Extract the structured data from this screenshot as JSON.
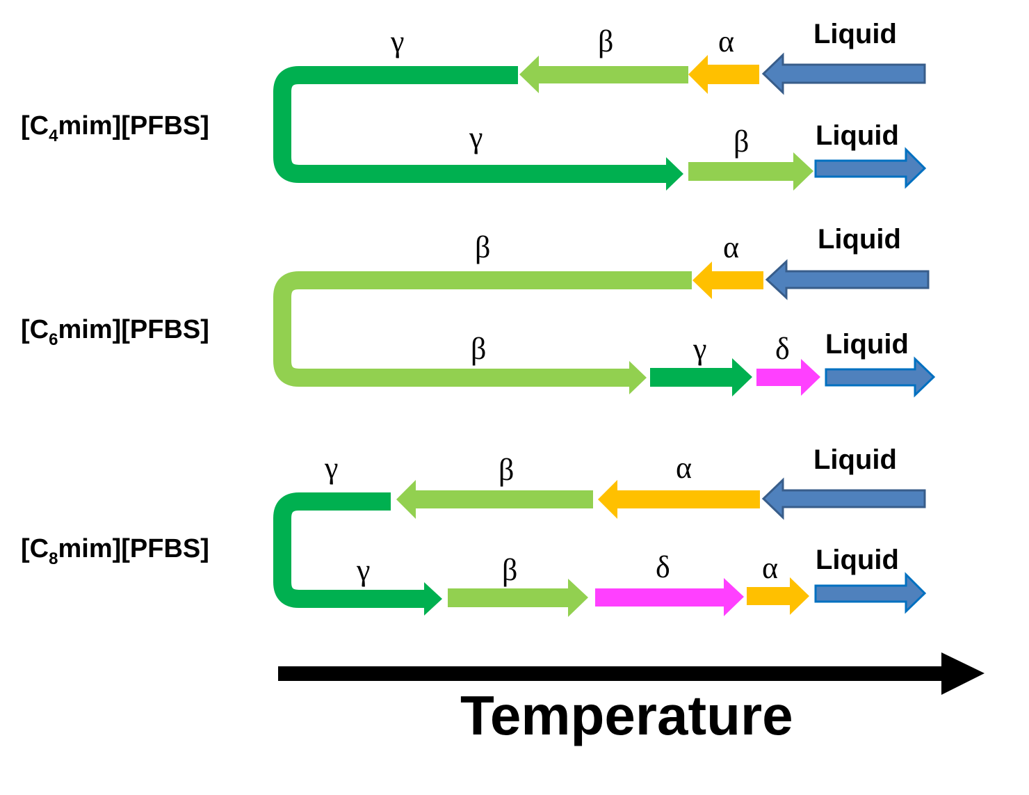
{
  "colors": {
    "gamma": "#00b050",
    "beta": "#92d050",
    "alpha": "#ffc000",
    "delta": "#ff40ff",
    "liquid_cool": "#4f81bd",
    "liquid_cool_stroke": "#385d8a",
    "liquid_heat": "#4f81bd",
    "liquid_heat_stroke": "#0070c0",
    "axis": "#000000"
  },
  "compounds": [
    {
      "prefix": "[C",
      "subscript": "4",
      "suffix": "mim][PFBS]",
      "cooling": {
        "labels": [
          "Liquid",
          "α",
          "β",
          "γ"
        ]
      },
      "heating": {
        "labels": [
          "γ",
          "β",
          "Liquid"
        ]
      }
    },
    {
      "prefix": "[C",
      "subscript": "6",
      "suffix": "mim][PFBS]",
      "cooling": {
        "labels": [
          "Liquid",
          "α",
          "β"
        ]
      },
      "heating": {
        "labels": [
          "β",
          "γ",
          "δ",
          "Liquid"
        ]
      }
    },
    {
      "prefix": "[C",
      "subscript": "8",
      "suffix": "mim][PFBS]",
      "cooling": {
        "labels": [
          "Liquid",
          "α",
          "β",
          "γ"
        ]
      },
      "heating": {
        "labels": [
          "γ",
          "β",
          "δ",
          "α",
          "Liquid"
        ]
      }
    }
  ],
  "axis": {
    "label": "Temperature"
  }
}
